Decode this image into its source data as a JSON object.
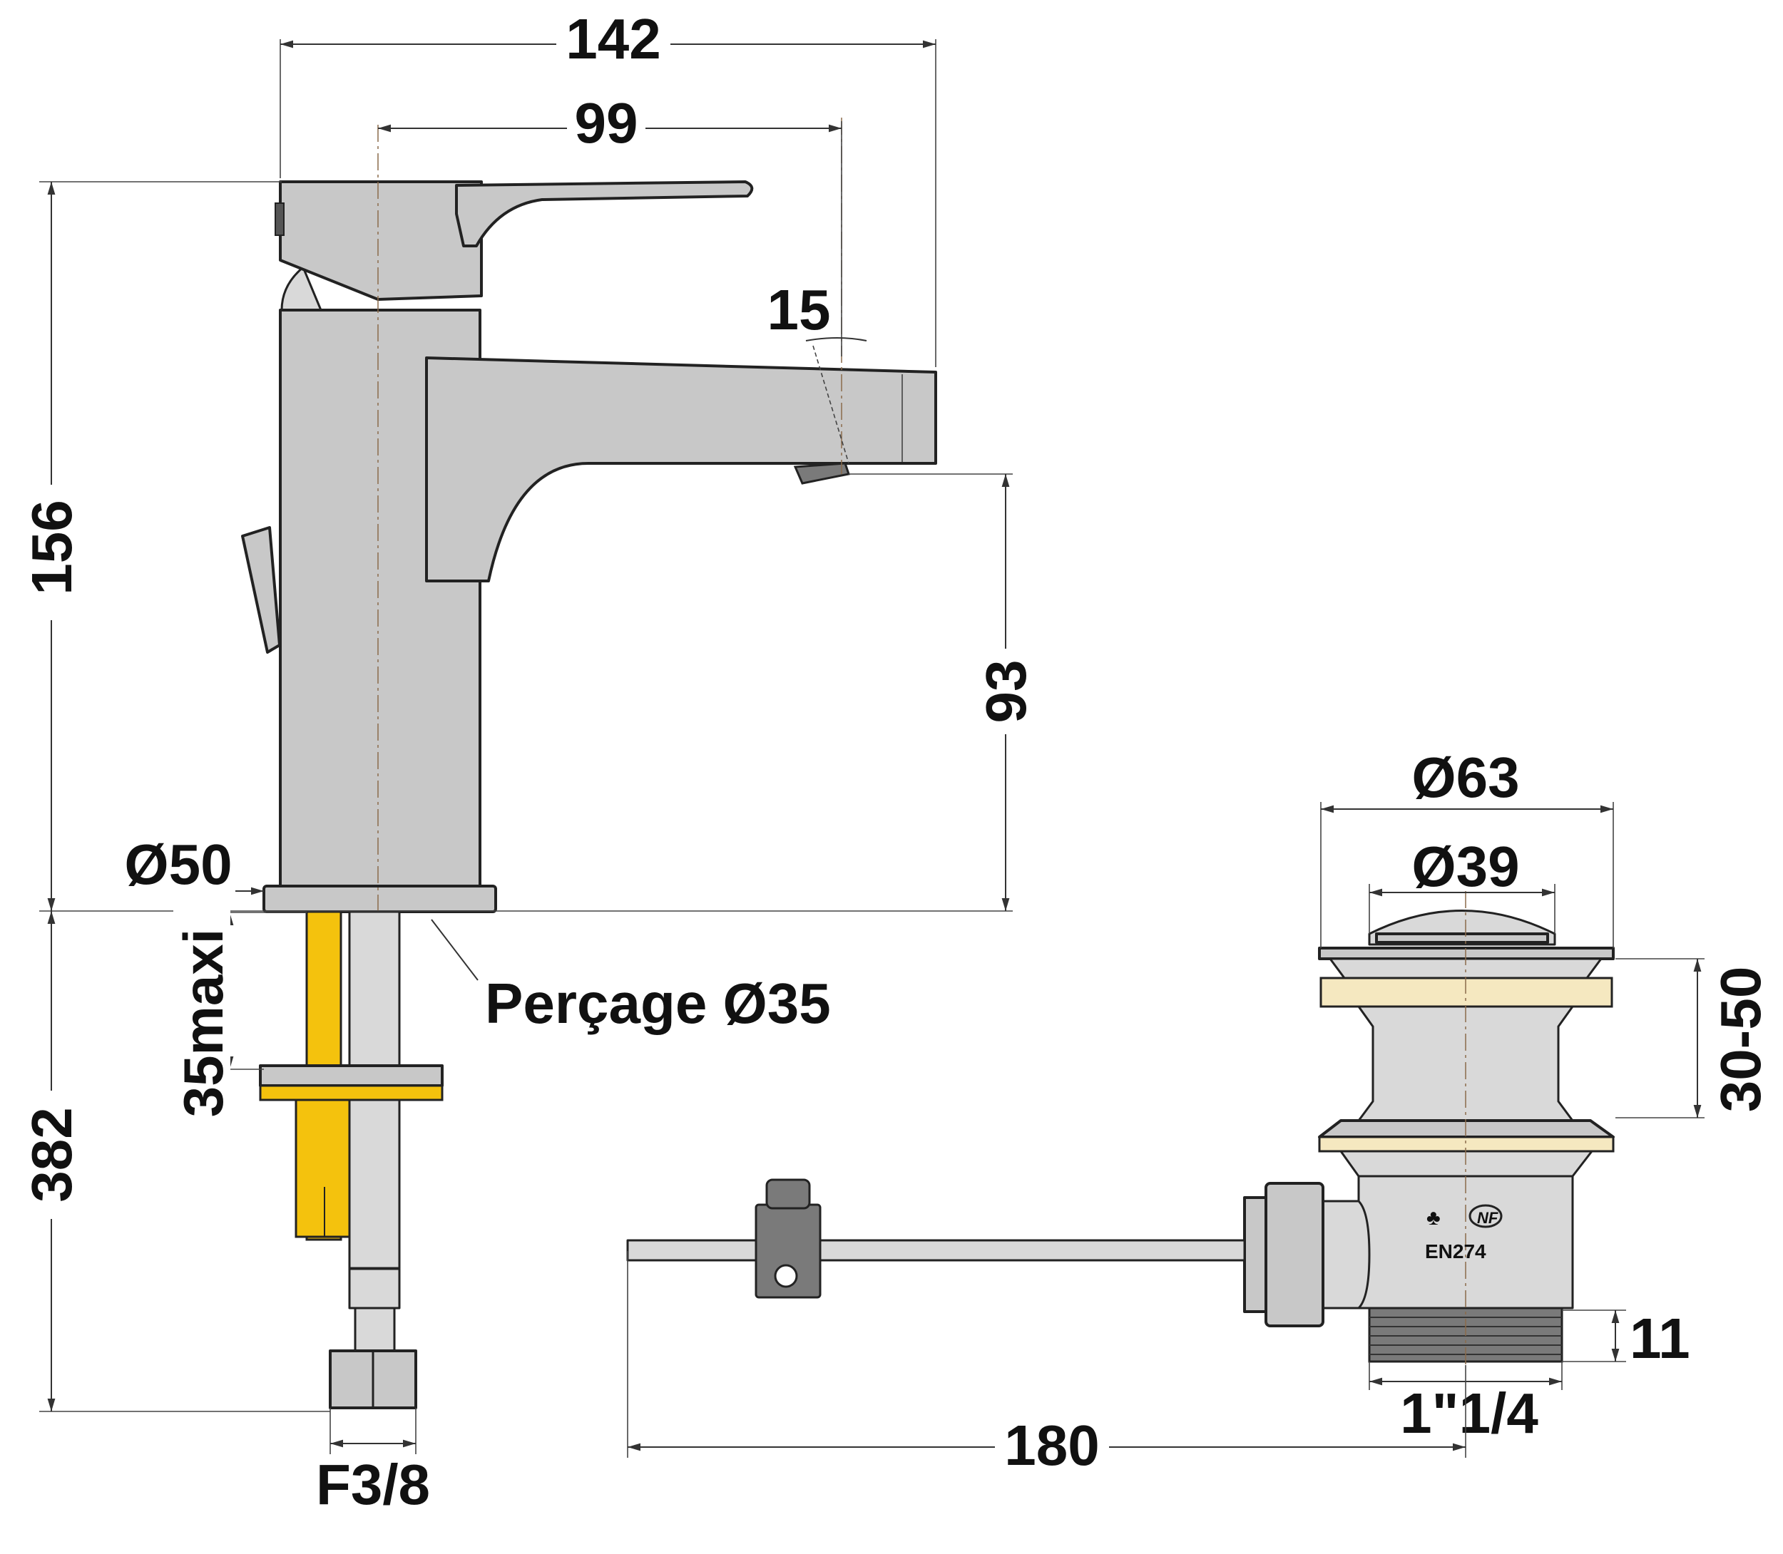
{
  "labels": {
    "width_total": "142",
    "spout_reach": "99",
    "spout_angle": "15",
    "height_total": "156",
    "spout_height": "93",
    "base_diameter": "Ø50",
    "drilling": "Perçage Ø35",
    "max_thickness": "35maxi",
    "hose_length": "382",
    "hose_connector": "F3/8",
    "waste_outer_diameter": "Ø63",
    "waste_inner_diameter": "Ø39",
    "waste_range": "30-50",
    "cert_mark": "NF",
    "waste_standard": "EN274",
    "thread_height": "11",
    "thread_size": "1\"1/4",
    "rod_length": "180"
  },
  "colors": {
    "chrome": "#c8c8c8",
    "gasket_gold": "#f4c20d",
    "washer_beige": "#f5e8c0",
    "dark_part": "#7a7a7a"
  }
}
